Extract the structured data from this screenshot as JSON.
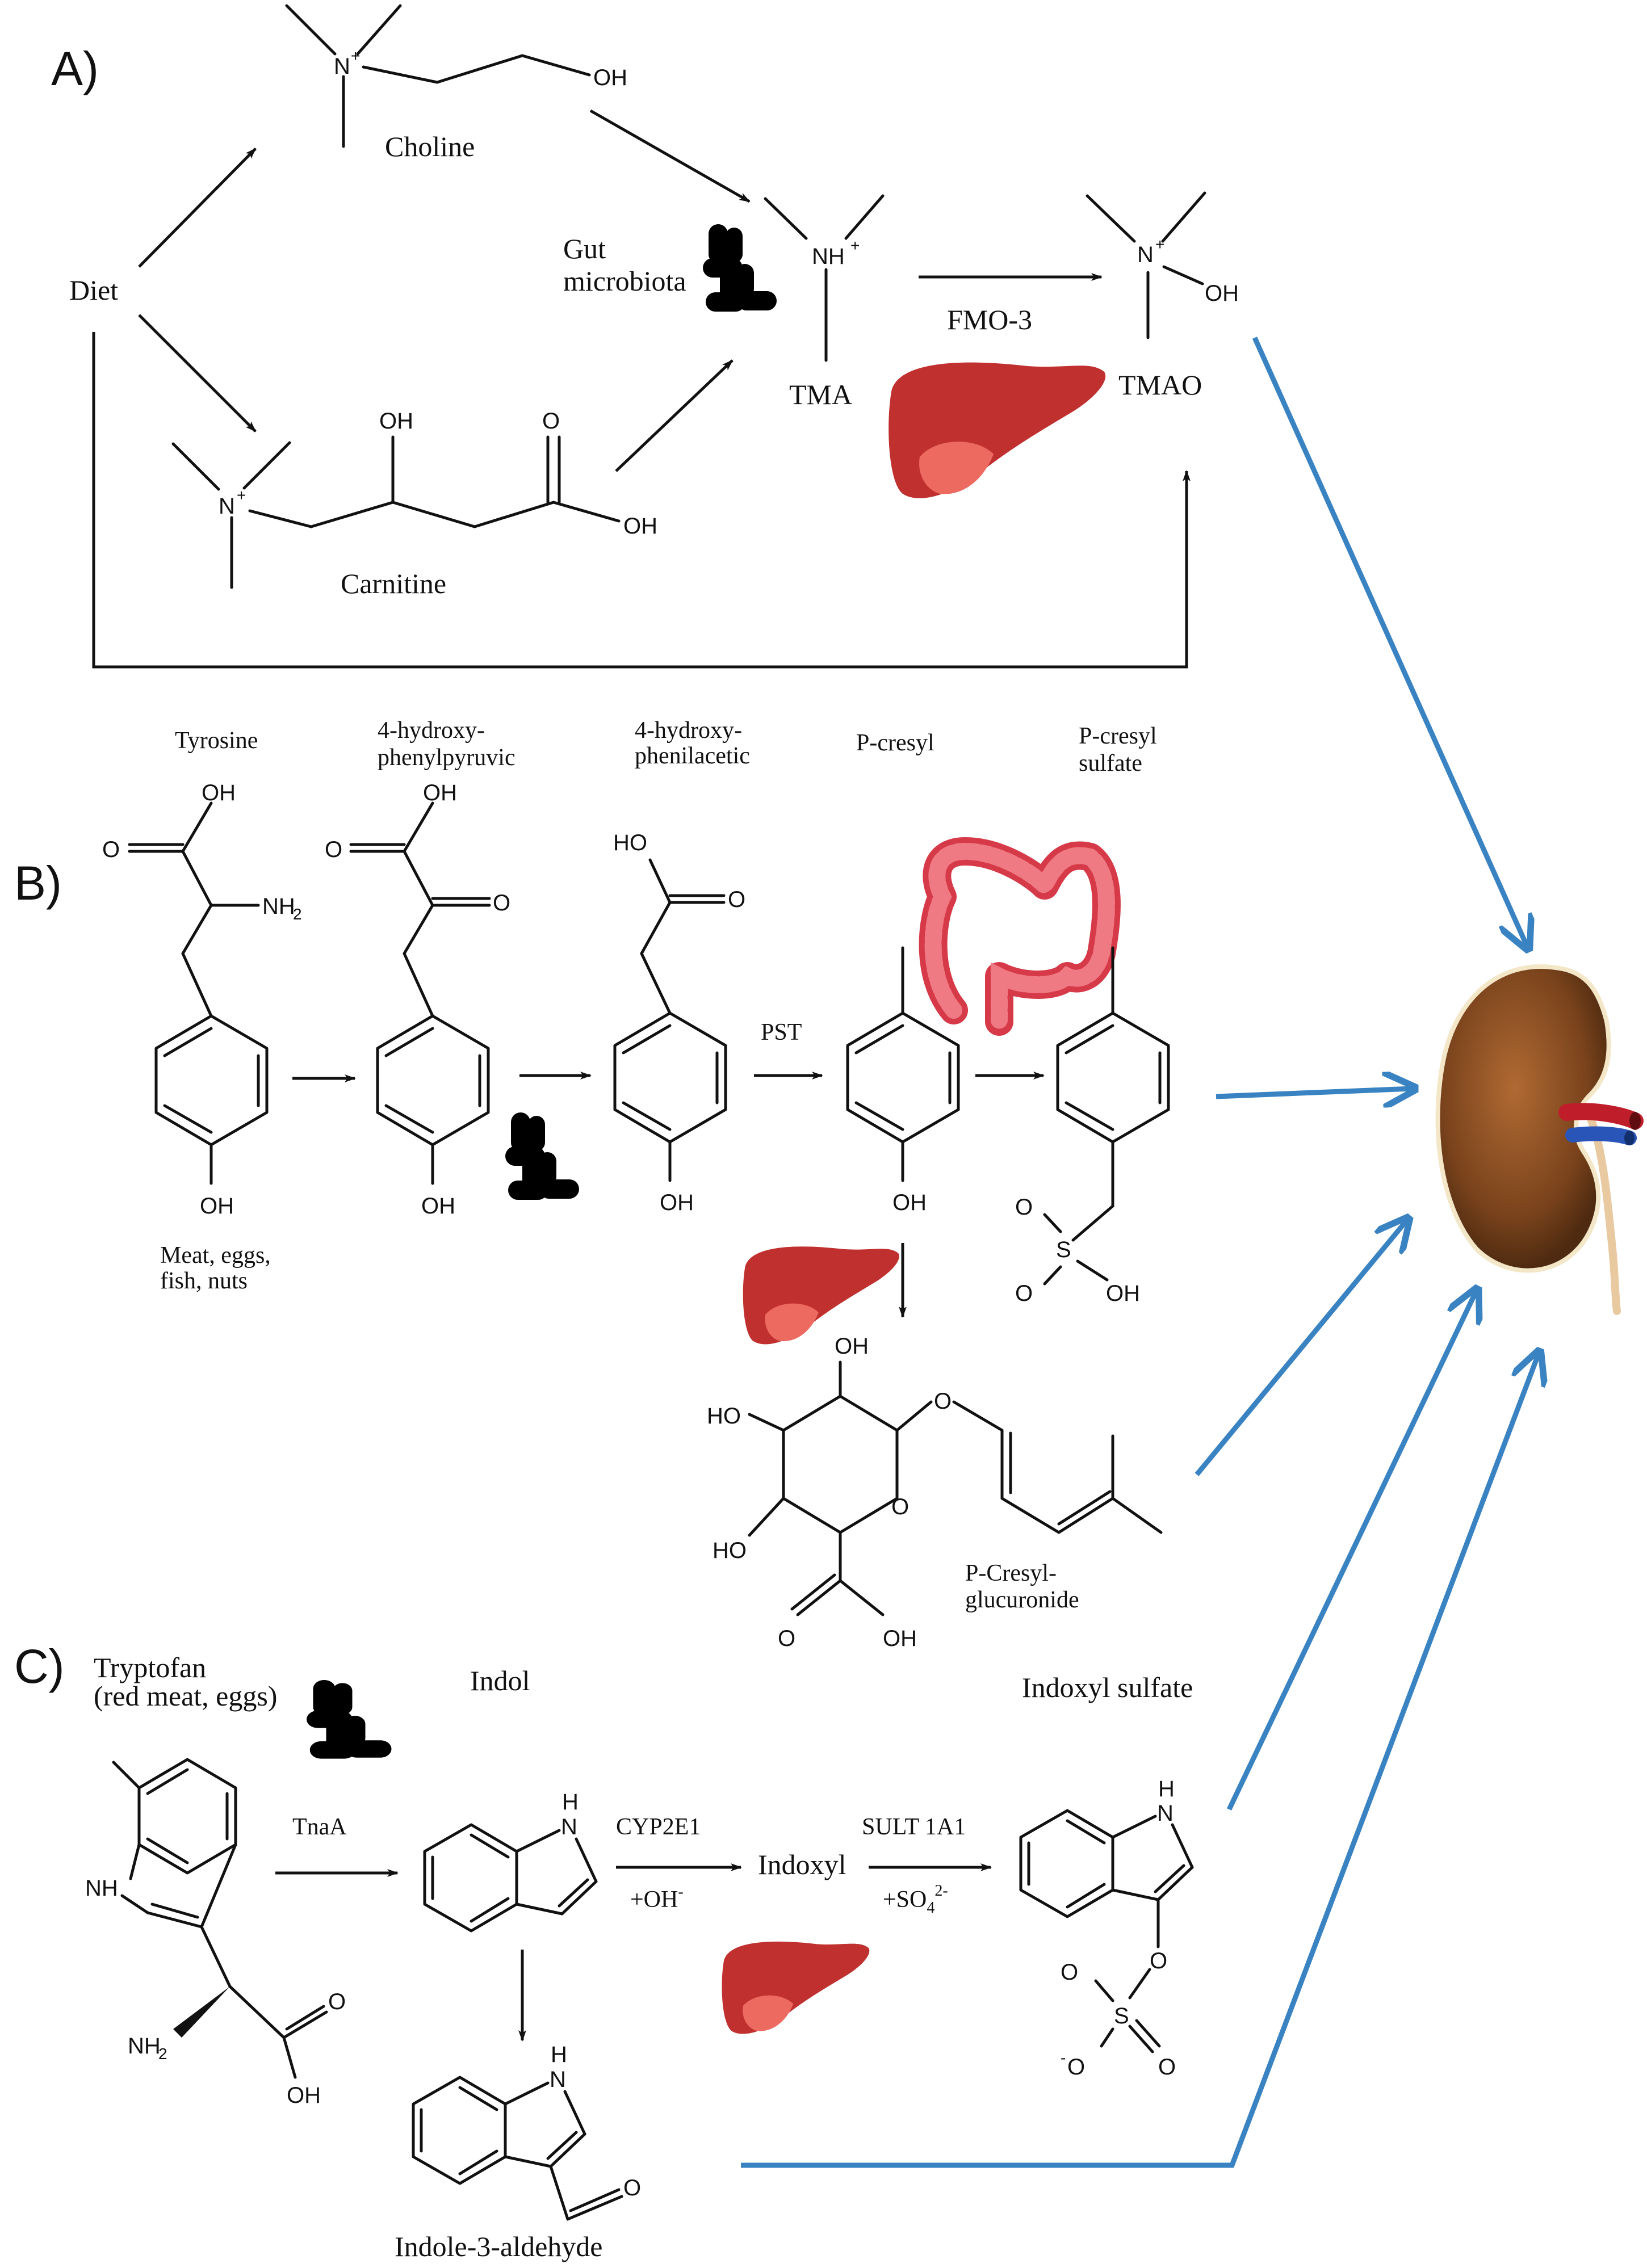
{
  "panels": {
    "a": "A)",
    "b": "B)",
    "c": "C)"
  },
  "panel_a": {
    "diet": "Diet",
    "choline": "Choline",
    "carnitine": "Carnitine",
    "gut_microbiota_1": "Gut",
    "gut_microbiota_2": "microbiota",
    "tma": "TMA",
    "tmao": "TMAO",
    "fmo3": "FMO-3",
    "atoms": {
      "n_plus": "N",
      "plus": "+",
      "nh_plus": "NH",
      "oh": "OH",
      "o": "O"
    }
  },
  "panel_b": {
    "tyrosine": "Tyrosine",
    "hydroxyphenylpyruvic_1": "4-hydroxy-",
    "hydroxyphenylpyruvic_2": "phenylpyruvic",
    "hydroxyphenilacetic_1": "4-hydroxy-",
    "hydroxyphenilacetic_2": "phenilacetic",
    "p_cresyl": "P-cresyl",
    "p_cresyl_sulfate_1": "P-cresyl",
    "p_cresyl_sulfate_2": "sulfate",
    "pst": "PST",
    "food_1": "Meat, eggs,",
    "food_2": "fish, nuts",
    "glucuronide_1": "P-Cresyl-",
    "glucuronide_2": "glucuronide",
    "atoms": {
      "oh": "OH",
      "o": "O",
      "nh2": "NH",
      "sub2": "2",
      "ho": "HO",
      "s": "S"
    }
  },
  "panel_c": {
    "tryptophan_1": "Tryptofan",
    "tryptophan_2": "(red meat, eggs)",
    "indol": "Indol",
    "indoxyl_sulfate": "Indoxyl sulfate",
    "tnaa": "TnaA",
    "cyp2e1": "CYP2E1",
    "oh_minus": "+OH",
    "minus": "-",
    "indoxyl": "Indoxyl",
    "sult": "SULT 1A1",
    "so4": "+SO",
    "sub4": "4",
    "sup2minus": "2-",
    "indole_aldehyde": "Indole-3-aldehyde",
    "atoms": {
      "nh": "NH",
      "h": "H",
      "n": "N",
      "nh2": "NH",
      "sub2": "2",
      "o": "O",
      "oh": "OH",
      "s": "S",
      "o_minus": "O",
      "minus_sup": "-"
    }
  },
  "colors": {
    "blue_arrows": "#3a83c2",
    "bacteria": "#b79ad5",
    "liver": "#c0302f",
    "colon": "#e8505b",
    "kidney": "#8a4f23"
  },
  "icons": [
    "liver-icon",
    "bacteria-icon",
    "colon-icon",
    "kidney-icon"
  ]
}
